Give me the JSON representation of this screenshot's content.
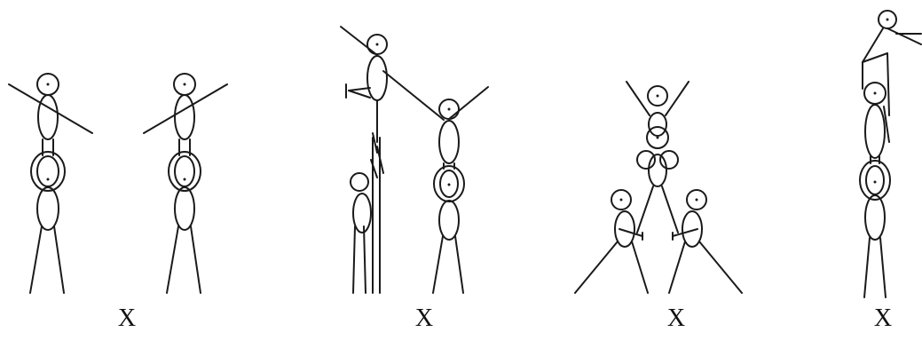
{
  "figures": [
    {
      "id": "pair-stand",
      "caption": "X"
    },
    {
      "id": "extension-stunt",
      "caption": "X"
    },
    {
      "id": "pyramid",
      "caption": "X"
    },
    {
      "id": "shoulder-stack",
      "caption": "X"
    }
  ]
}
